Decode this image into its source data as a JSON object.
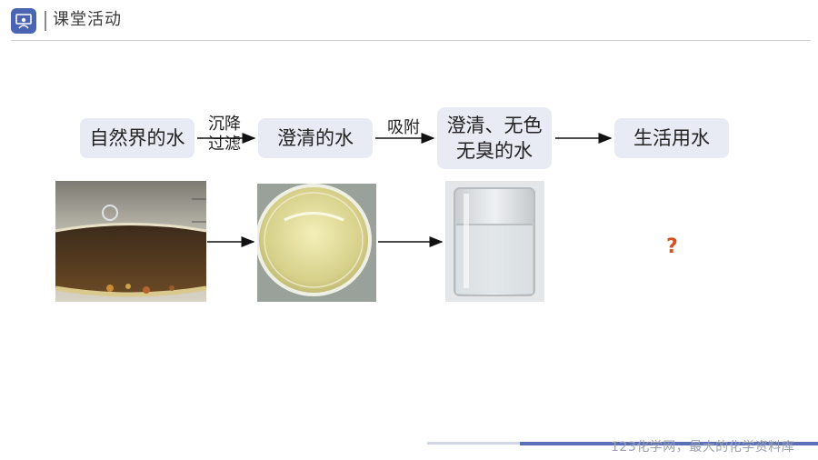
{
  "header": {
    "title": "课堂活动"
  },
  "diagram": {
    "box_natural": "自然界的水",
    "step1_line1": "沉降",
    "step1_line2": "过滤",
    "box_clear": "澄清的水",
    "step2": "吸附",
    "box_odorless_line1": "澄清、无色",
    "box_odorless_line2": "无臭的水",
    "box_domestic": "生活用水",
    "unknown_mark": "?"
  },
  "footer": {
    "watermark": "123化学网，最大的化学资料库"
  },
  "colors": {
    "accent": "#4a63b3",
    "box_fill": "#e9ebf4",
    "question": "#d84f1f"
  }
}
